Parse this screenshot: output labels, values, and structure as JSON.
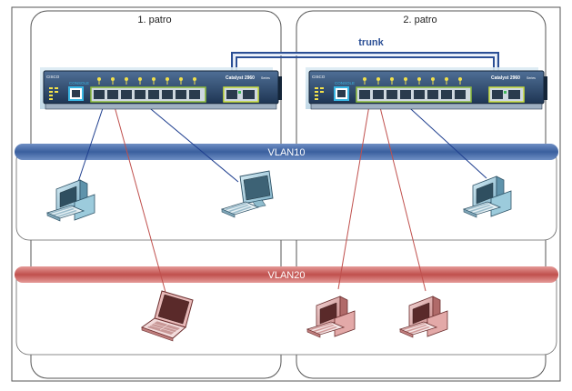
{
  "floors": [
    {
      "label": "1. patro"
    },
    {
      "label": "2. patro"
    }
  ],
  "trunk": {
    "label": "trunk"
  },
  "vlans": [
    {
      "label": "VLAN10",
      "color": "#3a5f9e",
      "light": "#dfe8f5"
    },
    {
      "label": "VLAN20",
      "color": "#c0504d",
      "light": "#f5d6d6"
    }
  ],
  "switches": [
    {
      "model": "Catalyst 2960",
      "series": "Series",
      "console": "CONSOLE",
      "brand": "CISCO"
    },
    {
      "model": "Catalyst 2960",
      "series": "Series",
      "console": "CONSOLE",
      "brand": "CISCO"
    }
  ],
  "devices": [
    {
      "id": "pc-a",
      "type": "desktop",
      "vlan": "VLAN10"
    },
    {
      "id": "pc-b",
      "type": "monitor",
      "vlan": "VLAN10"
    },
    {
      "id": "laptop",
      "type": "laptop",
      "vlan": "VLAN20"
    },
    {
      "id": "pc-c",
      "type": "desktop",
      "vlan": "VLAN10"
    },
    {
      "id": "pc-d",
      "type": "desktop",
      "vlan": "VLAN20"
    },
    {
      "id": "pc-e",
      "type": "desktop",
      "vlan": "VLAN20"
    }
  ],
  "colors": {
    "vlan10_link": "#1f3f8f",
    "vlan20_link": "#c0504d",
    "trunk_line": "#2b4f95",
    "switch_body": "#2c4a6e"
  }
}
